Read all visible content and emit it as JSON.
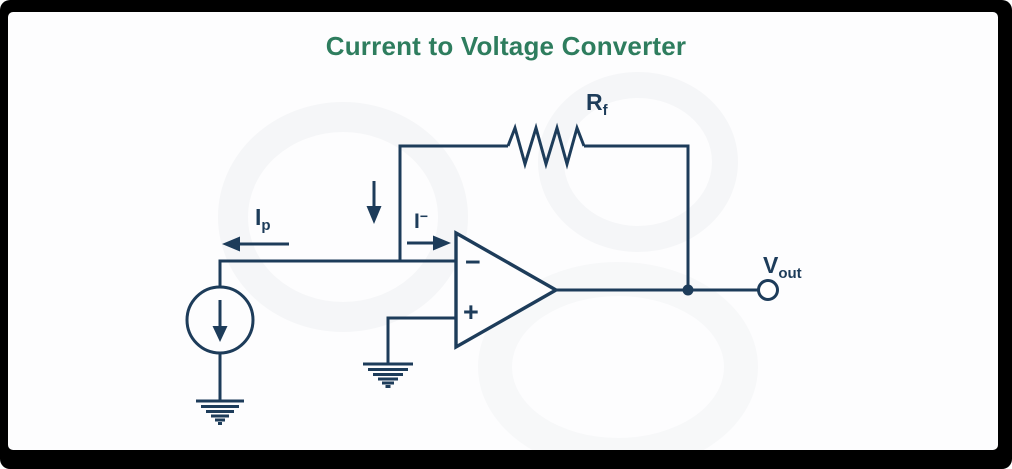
{
  "title": "Current to Voltage Converter",
  "colors": {
    "accent-green": "#2e7d5e",
    "wire-navy": "#1d3c5a",
    "canvas-bg": "#fdfdfe",
    "frame-black": "#000000",
    "watermark-gray": "#eff1f3"
  },
  "labels": {
    "feedback_resistor": {
      "base": "R",
      "sub": "f"
    },
    "input_current": {
      "base": "I",
      "sub": "p"
    },
    "inverting_current": {
      "base": "I",
      "sup": "−"
    },
    "output_voltage": {
      "base": "V",
      "sub": "out"
    },
    "opamp_inverting_sign": "−",
    "opamp_noninverting_sign": "+"
  },
  "symbols": [
    "op-amp-symbol",
    "feedback-resistor-symbol",
    "current-source-symbol",
    "ground-symbol-source",
    "ground-symbol-noninverting",
    "output-terminal-circle",
    "junction-dot",
    "current-direction-arrow-left",
    "current-direction-arrow-down",
    "current-direction-arrow-right"
  ]
}
